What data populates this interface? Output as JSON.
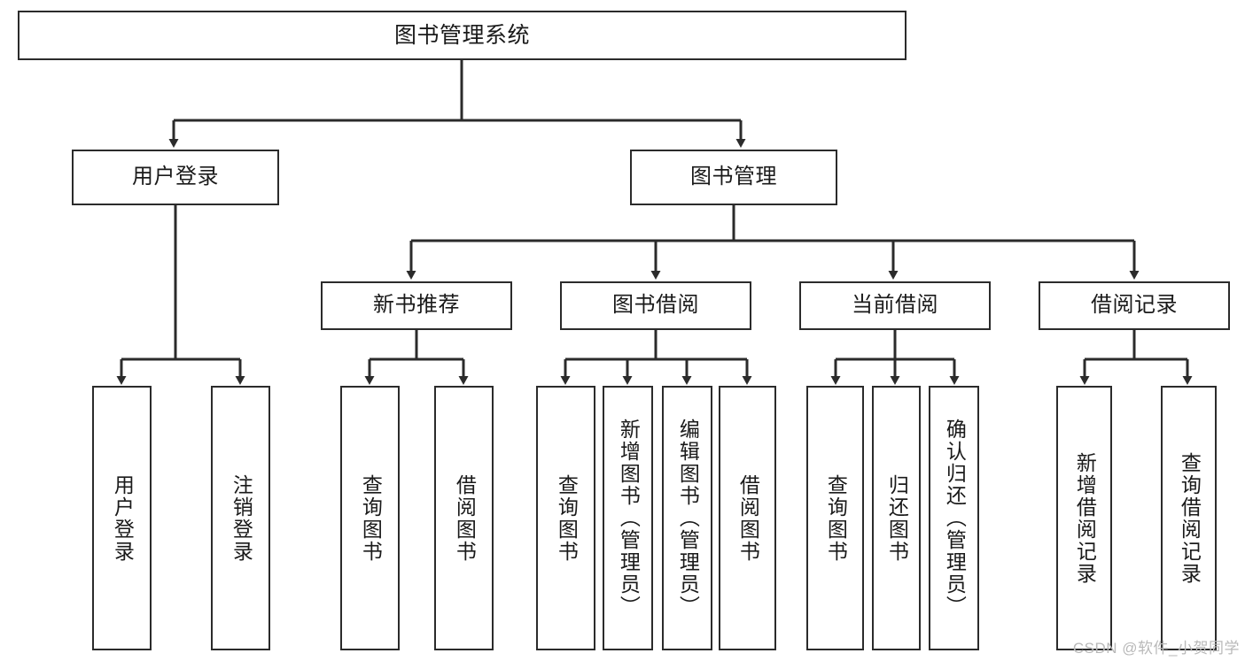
{
  "diagram": {
    "title": "图书管理系统",
    "type": "tree",
    "root": {
      "label": "图书管理系统"
    },
    "level1": [
      {
        "label": "用户登录"
      },
      {
        "label": "图书管理"
      }
    ],
    "level2": [
      {
        "label": "新书推荐"
      },
      {
        "label": "图书借阅"
      },
      {
        "label": "当前借阅"
      },
      {
        "label": "借阅记录"
      }
    ],
    "leaves": {
      "user_login": [
        {
          "label": "用户登录"
        },
        {
          "label": "注销登录"
        }
      ],
      "new_book_recommend": [
        {
          "label": "查询图书"
        },
        {
          "label": "借阅图书"
        }
      ],
      "book_borrow": [
        {
          "label": "查询图书"
        },
        {
          "label": "新增图书（管理员）"
        },
        {
          "label": "编辑图书（管理员）"
        },
        {
          "label": "借阅图书"
        }
      ],
      "current_borrow": [
        {
          "label": "查询图书"
        },
        {
          "label": "归还图书"
        },
        {
          "label": "确认归还（管理员）"
        }
      ],
      "borrow_record": [
        {
          "label": "新增借阅记录"
        },
        {
          "label": "查询借阅记录"
        }
      ]
    }
  },
  "watermark": {
    "text": "CSDN @软件_小贺同学"
  },
  "colors": {
    "border": "#2b2b2b",
    "background": "#ffffff",
    "text": "#1a1a1a",
    "watermark": "#b9b9b9"
  }
}
